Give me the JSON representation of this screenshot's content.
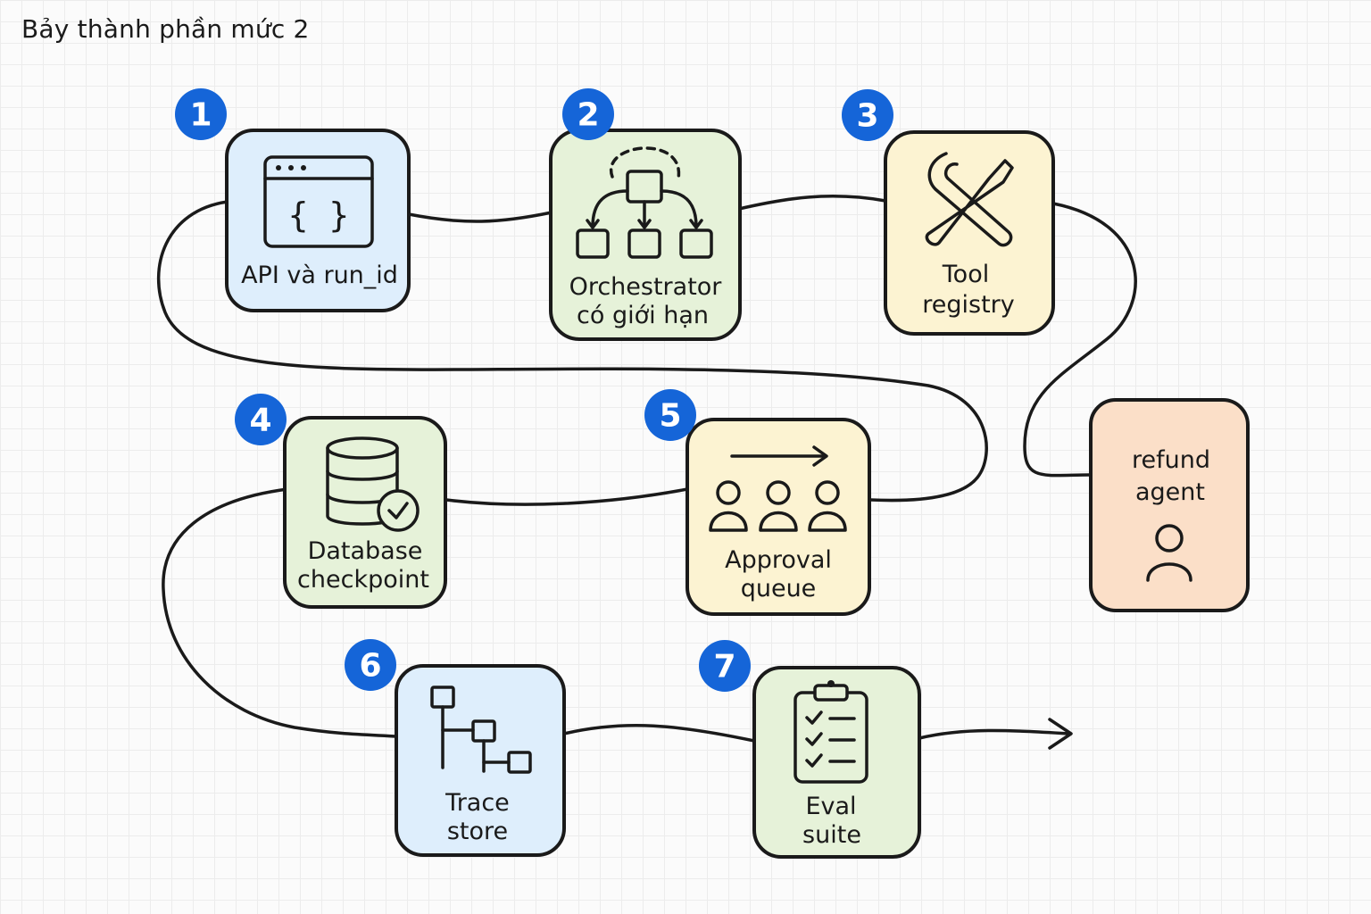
{
  "title": "Bảy thành phần mức 2",
  "colors": {
    "badge": "#1565d8",
    "blue": "#deeefc",
    "green": "#e6f2d9",
    "yellow": "#fcf3d2",
    "orange": "#fbdfc8",
    "ink": "#1a1a1a"
  },
  "steps": [
    {
      "number": "1",
      "lines": [
        "API và run_id"
      ],
      "icon": "code-window-icon",
      "color": "blue"
    },
    {
      "number": "2",
      "lines": [
        "Orchestrator",
        "có giới hạn"
      ],
      "icon": "hierarchy-icon",
      "color": "green"
    },
    {
      "number": "3",
      "lines": [
        "Tool",
        "registry"
      ],
      "icon": "tools-icon",
      "color": "yellow"
    },
    {
      "number": "4",
      "lines": [
        "Database",
        "checkpoint"
      ],
      "icon": "database-check-icon",
      "color": "green"
    },
    {
      "number": "5",
      "lines": [
        "Approval",
        "queue"
      ],
      "icon": "people-queue-icon",
      "color": "yellow"
    },
    {
      "number": "6",
      "lines": [
        "Trace",
        "store"
      ],
      "icon": "trace-tree-icon",
      "color": "blue"
    },
    {
      "number": "7",
      "lines": [
        "Eval",
        "suite"
      ],
      "icon": "checklist-icon",
      "color": "green"
    }
  ],
  "side_node": {
    "lines": [
      "refund",
      "agent"
    ],
    "icon": "person-icon",
    "color": "orange"
  }
}
